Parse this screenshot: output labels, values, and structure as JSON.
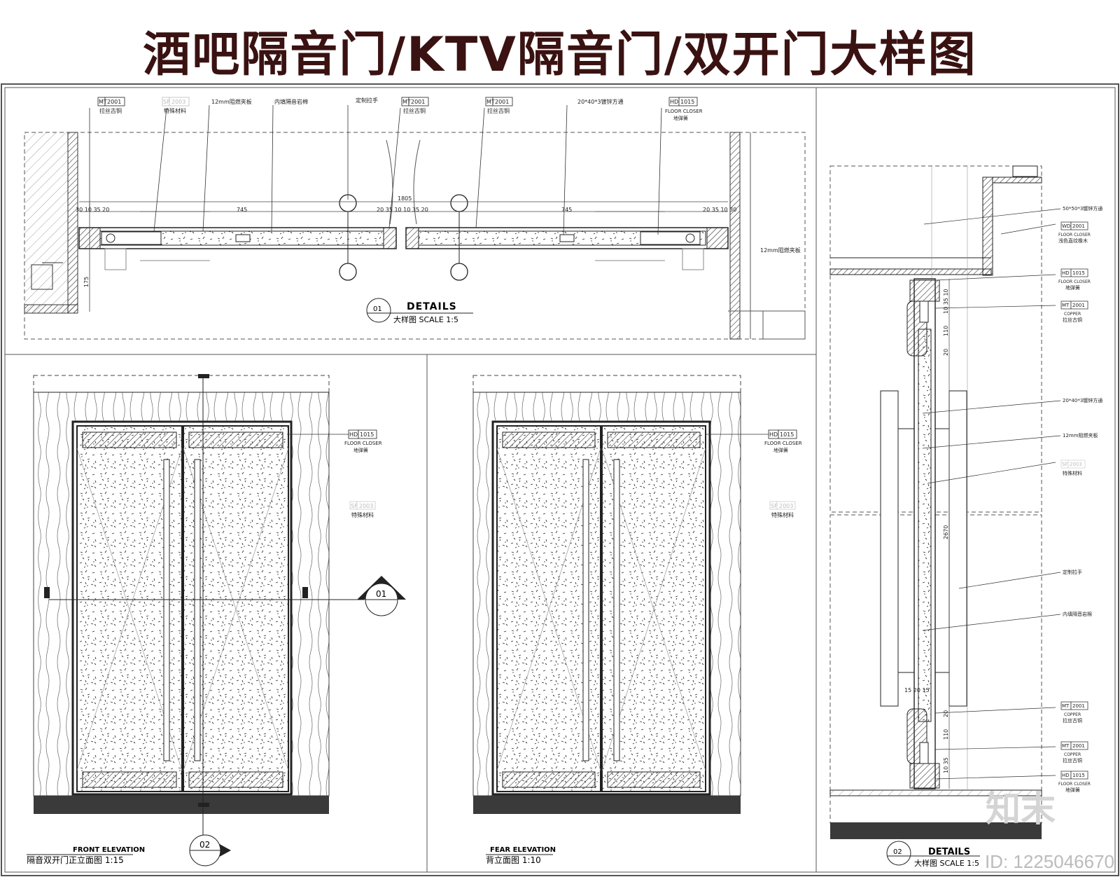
{
  "title": "酒吧隔音门/KTV隔音门/双开门大样图",
  "id_label": "ID: 1225046670",
  "watermark": "知末",
  "plan": {
    "tags": [
      {
        "code": "MT",
        "num": "2001",
        "desc": "拉丝古铜"
      },
      {
        "code": "SF",
        "num": "2003",
        "desc": "特殊材料"
      },
      {
        "code": "",
        "num": "",
        "desc": "12mm阻燃夹板"
      },
      {
        "code": "",
        "num": "",
        "desc": "内填隔音岩棉"
      },
      {
        "code": "",
        "num": "",
        "desc": "定制拉手"
      },
      {
        "code": "MT",
        "num": "2001",
        "desc": "拉丝古铜"
      },
      {
        "code": "MT",
        "num": "2001",
        "desc": "拉丝古铜"
      },
      {
        "code": "",
        "num": "",
        "desc": "20*40*3镀锌方通"
      },
      {
        "code": "HD",
        "num": "1015",
        "desc": "FLOOR CLOSER",
        "desc2": "地弹簧"
      }
    ],
    "dims": {
      "overall": "1805",
      "left_group": "30 10 35 20",
      "left_span": "745",
      "mid": "20 35 10 10 35 20",
      "right_span": "745",
      "right_group": "20 35 10 30",
      "side": "175",
      "board_note": "12mm阻燃夹板"
    },
    "caption": {
      "num": "01",
      "title": "DETAILS",
      "sub": "大样图 SCALE 1:5"
    }
  },
  "front": {
    "tag": {
      "code": "HD",
      "num": "1015",
      "desc": "FLOOR CLOSER",
      "desc2": "地弹簧"
    },
    "tag2": {
      "code": "SF",
      "num": "2003",
      "desc": "特殊材料"
    },
    "section_num": "01",
    "section_num2": "02",
    "caption_en": "FRONT ELEVATION",
    "caption_cn": "隔音双开门正立面图 1:15"
  },
  "rear": {
    "tag": {
      "code": "HD",
      "num": "1015",
      "desc": "FLOOR CLOSER",
      "desc2": "地弹簧"
    },
    "tag2": {
      "code": "SF",
      "num": "2003",
      "desc": "特殊材料"
    },
    "caption_en": "FEAR ELEVATION",
    "caption_cn": "背立面图 1:10"
  },
  "section": {
    "labels": [
      {
        "text": "50*50*3镀锌方通"
      },
      {
        "code": "WD",
        "num": "2001",
        "desc": "FLOOR CLOSER",
        "desc2": "浅色直纹橡木"
      },
      {
        "code": "HD",
        "num": "1015",
        "desc": "FLOOR CLOSER",
        "desc2": "地弹簧"
      },
      {
        "code": "MT",
        "num": "2001",
        "desc": "COPPER",
        "desc2": "拉丝古铜"
      },
      {
        "text": "20*40*3镀锌方通"
      },
      {
        "text": "12mm阻燃夹板"
      },
      {
        "code": "SF",
        "num": "2003",
        "desc": "特殊材料"
      },
      {
        "text": "定制拉手"
      },
      {
        "text": "内填隔音岩棉"
      },
      {
        "code": "MT",
        "num": "2001",
        "desc": "COPPER",
        "desc2": "拉丝古铜"
      },
      {
        "code": "MT",
        "num": "2001",
        "desc": "COPPER",
        "desc2": "拉丝古铜"
      },
      {
        "code": "HD",
        "num": "1015",
        "desc": "FLOOR CLOSER",
        "desc2": "地弹簧"
      }
    ],
    "dims": {
      "d1": "10 35 10",
      "d2": "110",
      "d3": "20",
      "height": "2670",
      "d4": "15 20 15",
      "d5": "20",
      "d6": "110",
      "d7": "10 35"
    },
    "caption": {
      "num": "02",
      "title": "DETAILS",
      "sub": "大样图 SCALE 1:5"
    }
  }
}
